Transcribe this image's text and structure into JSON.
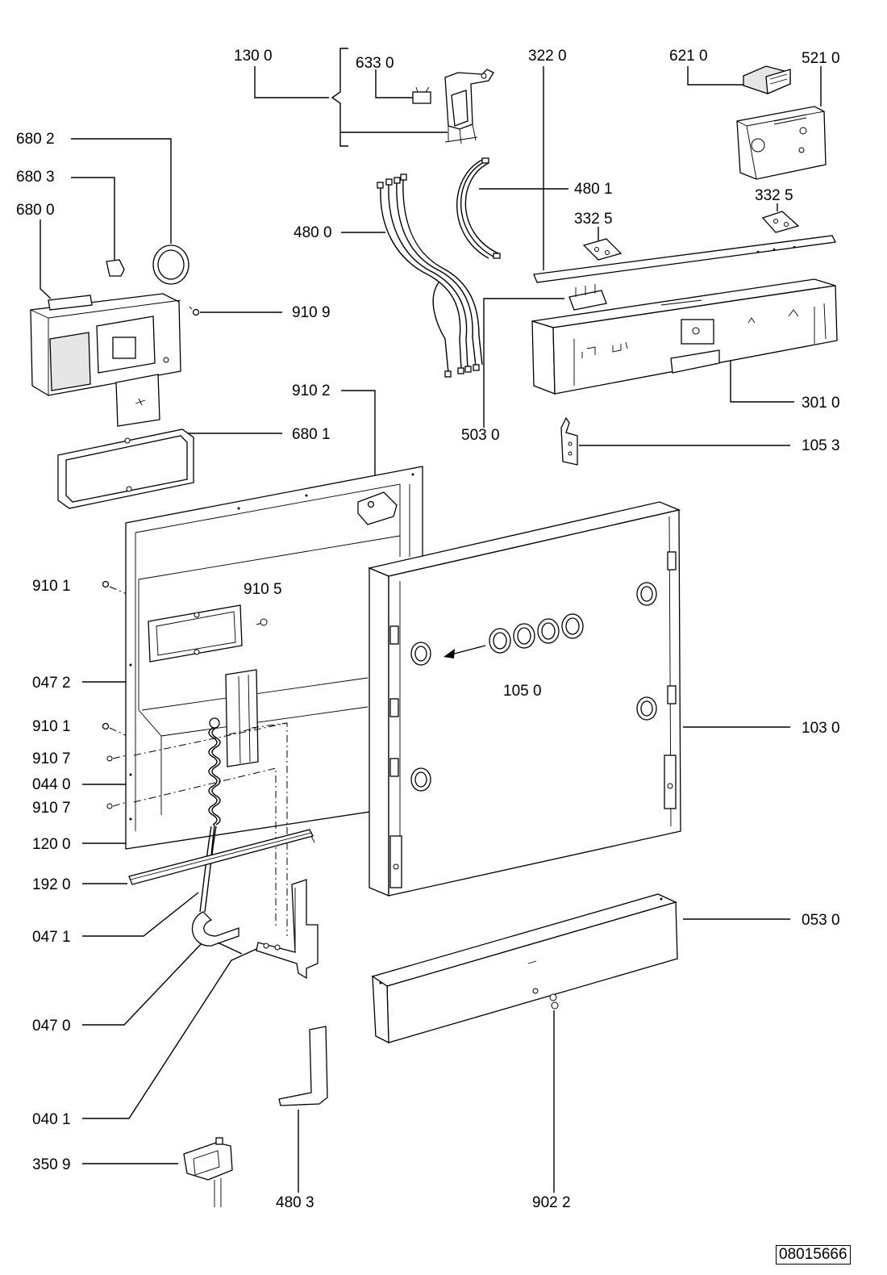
{
  "labels": {
    "l1300": "130 0",
    "l6330": "633 0",
    "l3220": "322  0",
    "l6210": "621 0",
    "l5210": "521 0",
    "l6802": "680 2",
    "l6803": "680 3",
    "l6800": "680 0",
    "l4801": "480 1",
    "l3325a": "332  5",
    "l3325b": "332  5",
    "l4800": "480 0",
    "l9109": "910 9",
    "l9102": "910 2",
    "l3010": "301 0",
    "l5030": "503 0",
    "l6801": "680 1",
    "l1053": "105 3",
    "l9101a": "910 1",
    "l9105": "910 5",
    "l0472": "047 2",
    "l1050": "105 0",
    "l9101b": "910 1",
    "l1030": "103 0",
    "l9107a": "910 7",
    "l0440": "044 0",
    "l9107b": "910 7",
    "l1200": "120 0",
    "l1920": "192 0",
    "l0530": "053 0",
    "l0471": "047 1",
    "l0470": "047 0",
    "l0401": "040 1",
    "l3509": "350 9",
    "l4803": "480 3",
    "l9022": "902 2"
  },
  "doc_code": "08015666"
}
